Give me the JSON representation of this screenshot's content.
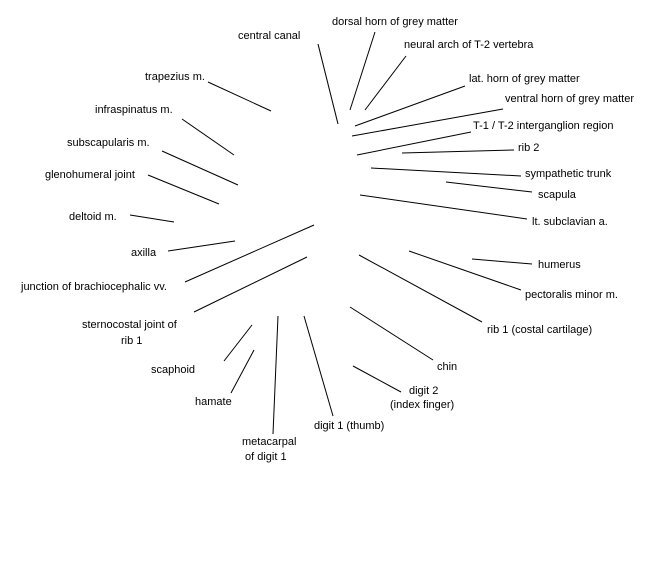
{
  "diagram": {
    "labels": [
      {
        "id": "central-canal",
        "text": "central canal"
      },
      {
        "id": "dorsal-horn",
        "text": "dorsal horn of grey matter"
      },
      {
        "id": "neural-arch",
        "text": "neural arch of T-2 vertebra"
      },
      {
        "id": "lat-horn",
        "text": "lat. horn of grey matter"
      },
      {
        "id": "ventral-horn",
        "text": "ventral horn of grey matter"
      },
      {
        "id": "interganglion",
        "text": "T-1 / T-2 interganglion region"
      },
      {
        "id": "rib-2",
        "text": "rib 2"
      },
      {
        "id": "sympathetic-trunk",
        "text": "sympathetic trunk"
      },
      {
        "id": "scapula",
        "text": "scapula"
      },
      {
        "id": "subclavian",
        "text": "lt. subclavian a."
      },
      {
        "id": "humerus",
        "text": "humerus"
      },
      {
        "id": "pectoralis-minor",
        "text": "pectoralis minor m."
      },
      {
        "id": "rib-1",
        "text": "rib 1 (costal cartilage)"
      },
      {
        "id": "chin",
        "text": "chin"
      },
      {
        "id": "digit-2-a",
        "text": "digit 2"
      },
      {
        "id": "digit-2-b",
        "text": "(index finger)"
      },
      {
        "id": "digit-1",
        "text": "digit 1 (thumb)"
      },
      {
        "id": "metacarpal-a",
        "text": "metacarpal"
      },
      {
        "id": "metacarpal-b",
        "text": "of digit 1"
      },
      {
        "id": "hamate",
        "text": "hamate"
      },
      {
        "id": "scaphoid",
        "text": "scaphoid"
      },
      {
        "id": "sternocostal-a",
        "text": "sternocostal joint of"
      },
      {
        "id": "sternocostal-b",
        "text": "rib 1"
      },
      {
        "id": "brachiocephalic",
        "text": "junction of brachiocephalic vv."
      },
      {
        "id": "axilla",
        "text": "axilla"
      },
      {
        "id": "deltoid",
        "text": "deltoid m."
      },
      {
        "id": "glenohumeral",
        "text": "glenohumeral joint"
      },
      {
        "id": "subscapularis",
        "text": "subscapularis m."
      },
      {
        "id": "infraspinatus",
        "text": "infraspinatus m."
      },
      {
        "id": "trapezius",
        "text": "trapezius m."
      }
    ]
  }
}
